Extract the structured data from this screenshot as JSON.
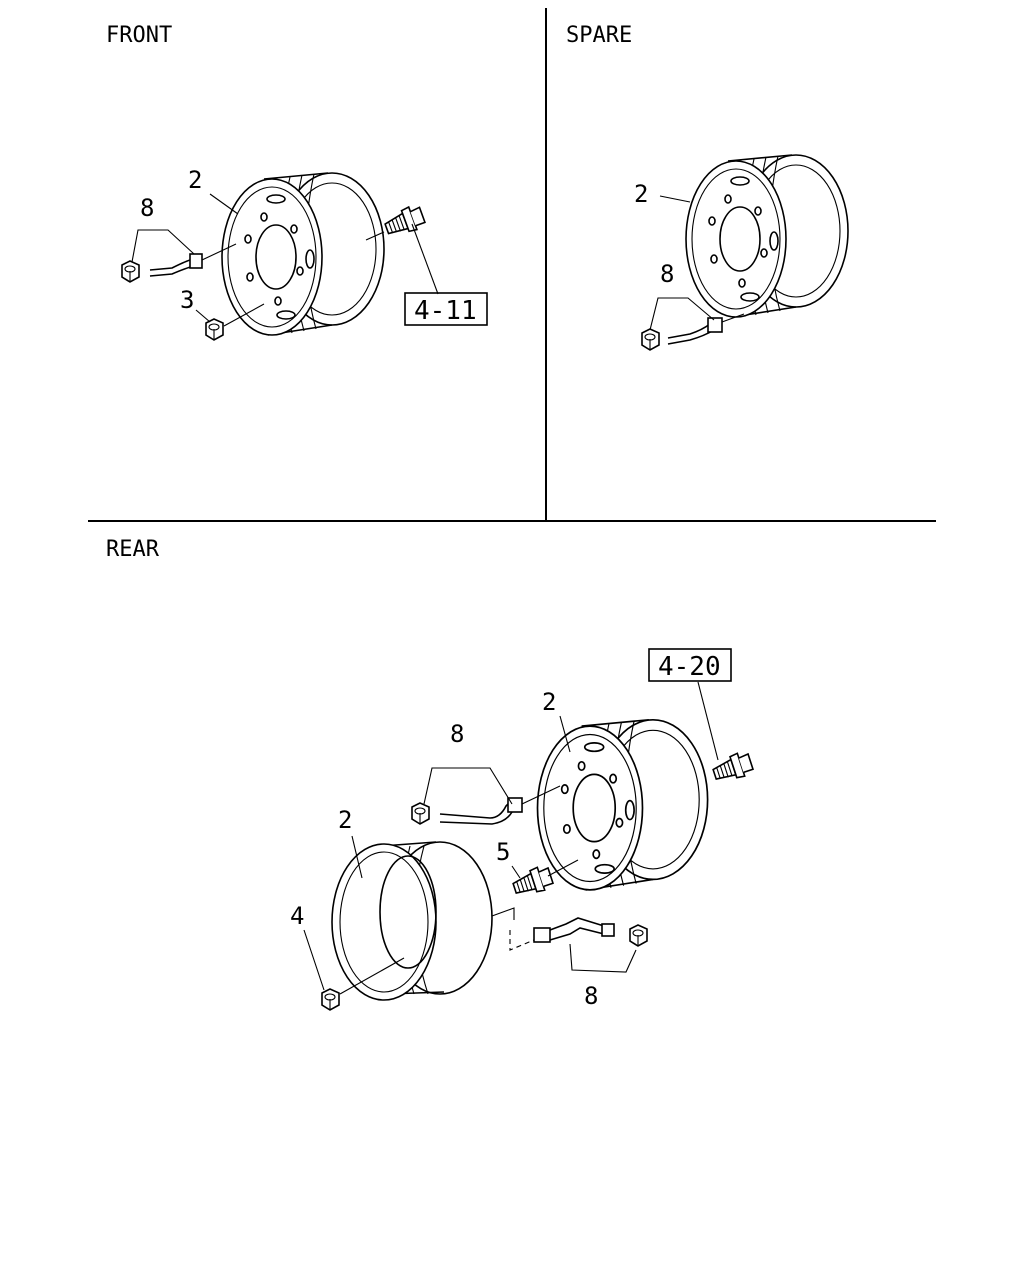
{
  "sections": {
    "front": "FRONT",
    "spare": "SPARE",
    "rear": "REAR"
  },
  "callouts": {
    "front_wheel": "2",
    "front_valve": "8",
    "front_nut": "3",
    "front_ref": "4-11",
    "spare_wheel": "2",
    "spare_valve": "8",
    "rear_ref": "4-20",
    "rear_outer_wheel": "2",
    "rear_valve_upper": "8",
    "rear_inner_wheel": "2",
    "rear_stud": "5",
    "rear_nut": "4",
    "rear_valve_lower": "8"
  }
}
